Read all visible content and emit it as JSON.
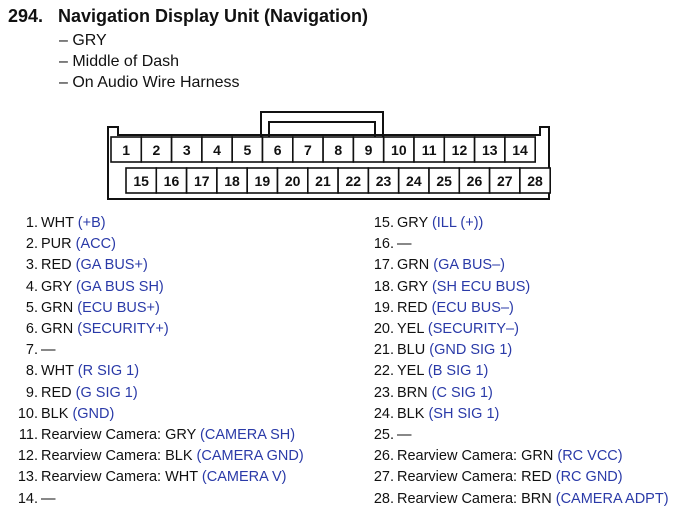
{
  "header": {
    "number": "294.",
    "title": "Navigation Display Unit (Navigation)"
  },
  "details": [
    "– GRY",
    "– Middle of Dash",
    "– On Audio Wire Harness"
  ],
  "connector": {
    "top_row": [
      "1",
      "2",
      "3",
      "4",
      "5",
      "6",
      "7",
      "8",
      "9",
      "10",
      "11",
      "12",
      "13",
      "14"
    ],
    "bottom_row": [
      "15",
      "16",
      "17",
      "18",
      "19",
      "20",
      "21",
      "22",
      "23",
      "24",
      "25",
      "26",
      "27",
      "28"
    ]
  },
  "pins_left": [
    {
      "num": "1.",
      "wire": "WHT",
      "func": "(+B)"
    },
    {
      "num": "2.",
      "wire": "PUR",
      "func": "(ACC)"
    },
    {
      "num": "3.",
      "wire": "RED",
      "func": "(GA BUS+)"
    },
    {
      "num": "4.",
      "wire": "GRY",
      "func": "(GA BUS SH)"
    },
    {
      "num": "5.",
      "wire": "GRN",
      "func": "(ECU BUS+)"
    },
    {
      "num": "6.",
      "wire": "GRN",
      "func": "(SECURITY+)"
    },
    {
      "num": "7.",
      "wire": "—",
      "func": ""
    },
    {
      "num": "8.",
      "wire": "WHT",
      "func": "(R SIG 1)"
    },
    {
      "num": "9.",
      "wire": "RED",
      "func": "(G SIG 1)"
    },
    {
      "num": "10.",
      "wire": "BLK",
      "func": "(GND)"
    },
    {
      "num": "11.",
      "wire": "Rearview Camera: GRY",
      "func": "(CAMERA SH)"
    },
    {
      "num": "12.",
      "wire": "Rearview Camera: BLK",
      "func": "(CAMERA GND)"
    },
    {
      "num": "13.",
      "wire": "Rearview Camera: WHT",
      "func": "(CAMERA V)"
    },
    {
      "num": "14.",
      "wire": "—",
      "func": ""
    }
  ],
  "pins_right": [
    {
      "num": "15.",
      "wire": "GRY",
      "func": "(ILL (+))"
    },
    {
      "num": "16.",
      "wire": "—",
      "func": ""
    },
    {
      "num": "17.",
      "wire": "GRN",
      "func": "(GA BUS–)"
    },
    {
      "num": "18.",
      "wire": "GRY",
      "func": "(SH ECU BUS)"
    },
    {
      "num": "19.",
      "wire": "RED",
      "func": "(ECU BUS–)"
    },
    {
      "num": "20.",
      "wire": "YEL",
      "func": "(SECURITY–)"
    },
    {
      "num": "21.",
      "wire": "BLU",
      "func": "(GND SIG 1)"
    },
    {
      "num": "22.",
      "wire": "YEL",
      "func": "(B SIG 1)"
    },
    {
      "num": "23.",
      "wire": "BRN",
      "func": "(C SIG 1)"
    },
    {
      "num": "24.",
      "wire": "BLK",
      "func": "(SH SIG 1)"
    },
    {
      "num": "25.",
      "wire": "—",
      "func": ""
    },
    {
      "num": "26.",
      "wire": "Rearview Camera: GRN",
      "func": "(RC VCC)"
    },
    {
      "num": "27.",
      "wire": "Rearview Camera: RED",
      "func": "(RC GND)"
    },
    {
      "num": "28.",
      "wire": "Rearview Camera: BRN",
      "func": "(CAMERA ADPT)"
    }
  ],
  "colors": {
    "text": "#111111",
    "function_text": "#2a3aa8"
  }
}
